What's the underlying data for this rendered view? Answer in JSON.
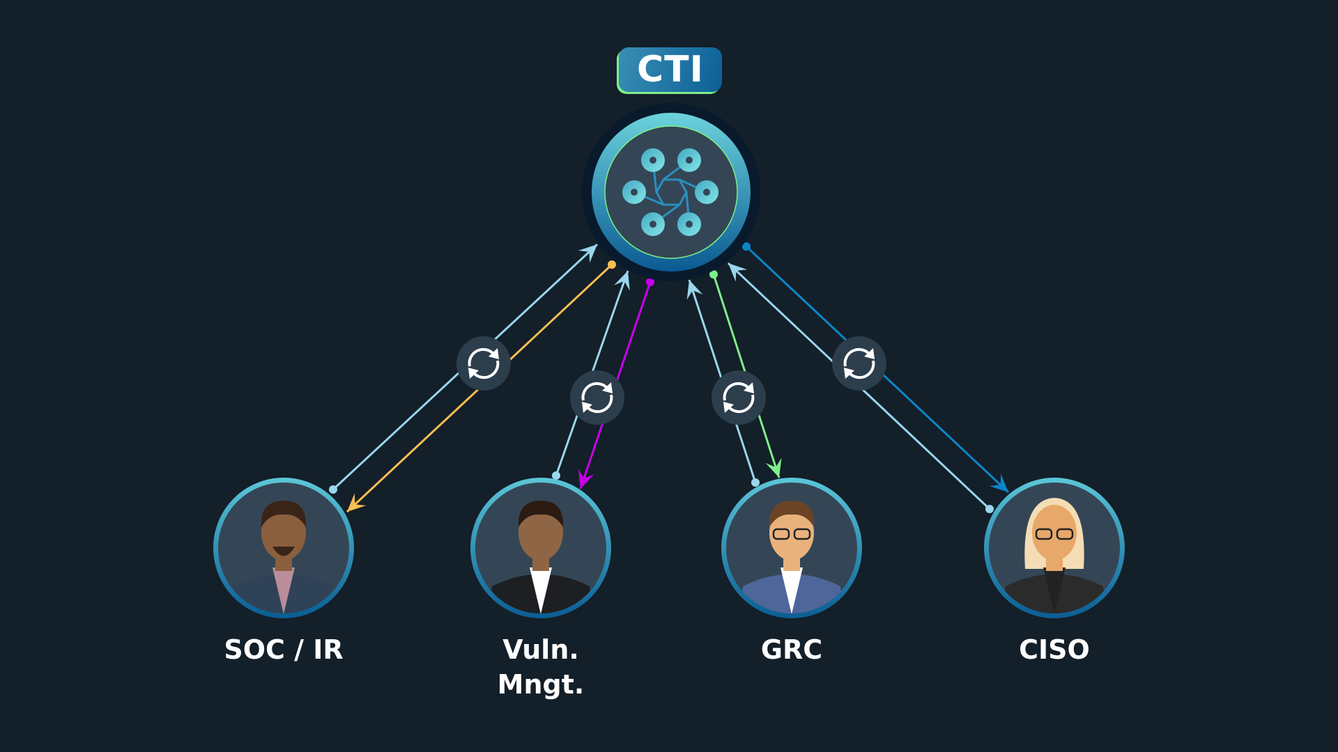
{
  "hub": {
    "label": "CTI",
    "icon": "network-hub-icon"
  },
  "colors": {
    "background": "#131f29",
    "request": "#9ad6ec",
    "soc": "#f9bf52",
    "vuln": "#c800e8",
    "grc": "#7ef08a",
    "ciso": "#0a87c9"
  },
  "stakeholders": [
    {
      "label": "SOC / IR",
      "icon": "man-beard-avatar"
    },
    {
      "label_line1": "Vuln.",
      "label_line2": "Mngt.",
      "icon": "man-suit-avatar"
    },
    {
      "label": "GRC",
      "icon": "bald-man-glasses-avatar"
    },
    {
      "label": "CISO",
      "icon": "woman-glasses-avatar"
    }
  ],
  "connector_icon": "sync-icon"
}
